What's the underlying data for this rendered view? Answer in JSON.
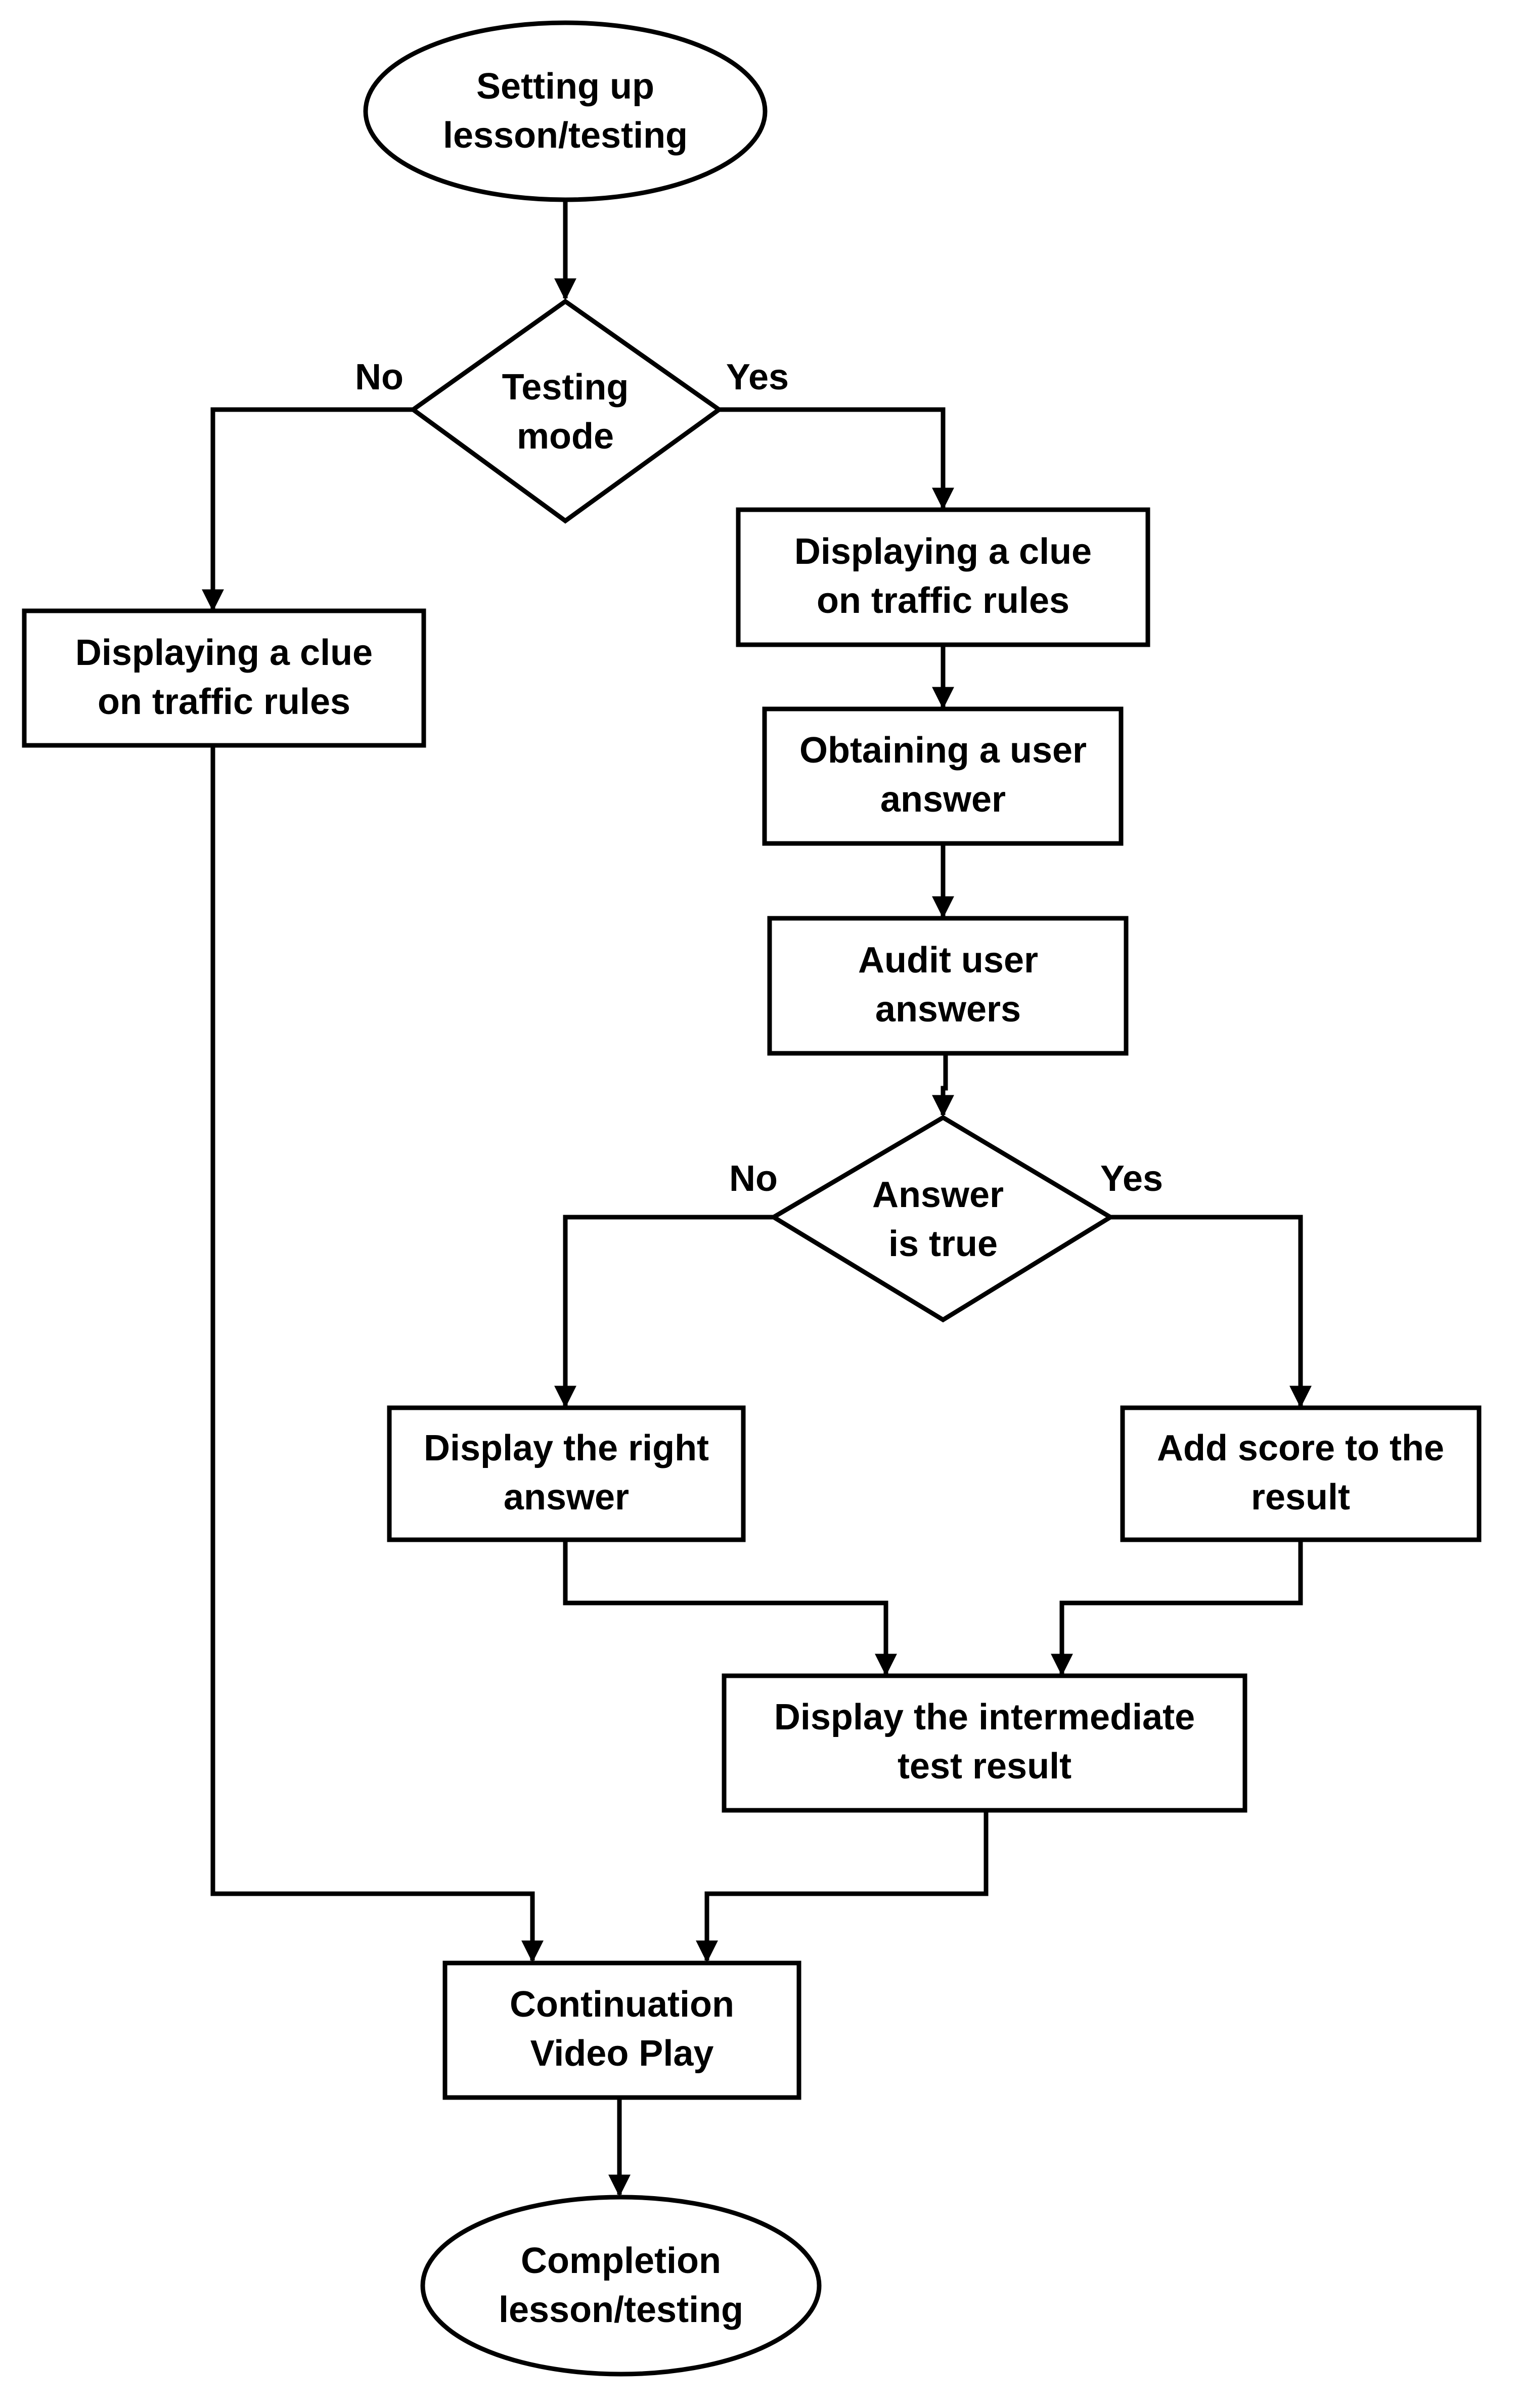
{
  "diagram": {
    "nodes": [
      {
        "id": "start",
        "shape": "terminal",
        "lines": [
          "Setting up",
          "lesson/testing"
        ]
      },
      {
        "id": "testing_mode",
        "shape": "decision",
        "lines": [
          "Testing",
          "mode"
        ]
      },
      {
        "id": "clue_left",
        "shape": "process",
        "lines": [
          "Displaying a clue",
          "on traffic rules"
        ]
      },
      {
        "id": "clue_right",
        "shape": "process",
        "lines": [
          "Displaying a clue",
          "on traffic rules"
        ]
      },
      {
        "id": "obtain_answer",
        "shape": "process",
        "lines": [
          "Obtaining a user",
          "answer"
        ]
      },
      {
        "id": "audit",
        "shape": "process",
        "lines": [
          "Audit user",
          "answers"
        ]
      },
      {
        "id": "answer_true",
        "shape": "decision",
        "lines": [
          "Answer",
          "is true"
        ]
      },
      {
        "id": "display_right",
        "shape": "process",
        "lines": [
          "Display the right",
          "answer"
        ]
      },
      {
        "id": "add_score",
        "shape": "process",
        "lines": [
          "Add score to the",
          "result"
        ]
      },
      {
        "id": "intermediate",
        "shape": "process",
        "lines": [
          "Display the intermediate",
          "test result"
        ]
      },
      {
        "id": "continuation",
        "shape": "process",
        "lines": [
          "Continuation",
          "Video Play"
        ]
      },
      {
        "id": "completion",
        "shape": "terminal",
        "lines": [
          "Completion",
          "lesson/testing"
        ]
      }
    ],
    "edge_labels": {
      "testing_no": "No",
      "testing_yes": "Yes",
      "answer_no": "No",
      "answer_yes": "Yes"
    },
    "colors": {
      "stroke": "#000000",
      "fill": "#ffffff",
      "text": "#000000"
    }
  }
}
